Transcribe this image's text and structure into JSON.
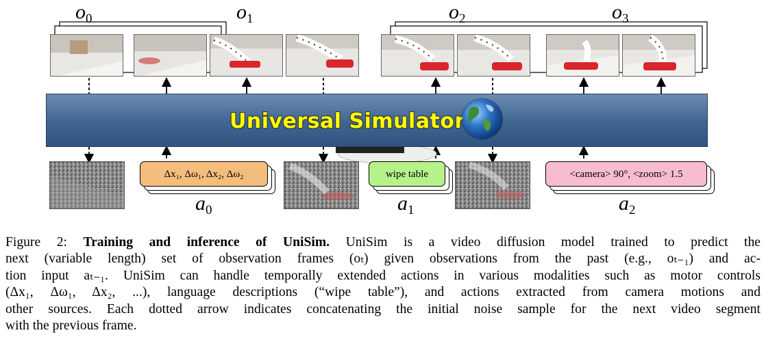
{
  "diagram": {
    "observation_labels": [
      "o",
      "o",
      "o",
      "o"
    ],
    "observation_subscripts": [
      "0",
      "1",
      "2",
      "3"
    ],
    "action_labels": [
      "a",
      "a",
      "a"
    ],
    "action_subscripts": [
      "0",
      "1",
      "2"
    ],
    "simulator_title": "Universal Simulator",
    "actions": [
      {
        "text": "Δx₁, Δω₁, Δx₂, Δω₂",
        "color": "#f4bd7b"
      },
      {
        "text": "wipe table",
        "color": "#b5f28a"
      },
      {
        "text": "<camera> 90°, <zoom> 1.5",
        "color": "#f7bccd"
      }
    ],
    "colors": {
      "bar_top": "#6d8bb0",
      "bar_bottom": "#2f557f",
      "title": "#ffff00",
      "towel": "#d8262b"
    }
  },
  "caption": {
    "lines": [
      {
        "prefix": "Figure 2: ",
        "bold": "Training and inference of UniSim.",
        "rest": "  UniSim is a video diffusion model trained to predict the"
      },
      {
        "text": "next (variable length) set of observation frames (oₜ) given observations from the past (e.g., oₜ₋₁) and ac-"
      },
      {
        "text": "tion input aₜ₋₁. UniSim can handle temporally extended actions in various modalities such as motor controls"
      },
      {
        "text": "(Δx₁, Δω₁, Δx₂, ...), language descriptions (“wipe table”), and actions extracted from camera motions and"
      },
      {
        "text": "other sources. Each dotted arrow indicates concatenating the initial noise sample for the next video segment"
      },
      {
        "text": "with the previous frame."
      }
    ]
  }
}
